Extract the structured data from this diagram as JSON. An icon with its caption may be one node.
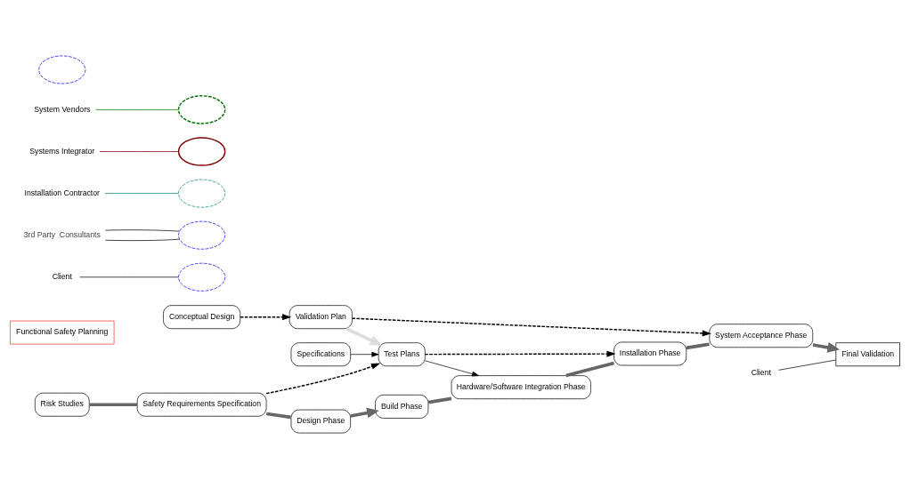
{
  "diagram": {
    "nodes": [
      {
        "text": [
          "Conceptual Design"
        ]
      },
      {
        "text": [
          "Risk Studies"
        ]
      },
      {
        "text": [
          "Functional Safety Planning"
        ]
      },
      {
        "text": [
          "Safety Requirements Specification"
        ]
      },
      {
        "text": [
          "Design Phase"
        ]
      },
      {
        "text": [
          "Specifications"
        ]
      },
      {
        "text": [
          "Build Phase"
        ]
      },
      {
        "text": [
          "Hardware/Software Integration Phase"
        ]
      },
      {
        "text": [
          "Installation Phase"
        ]
      },
      {
        "text": [
          "System Acceptance Phase"
        ]
      },
      {
        "text": [
          "Final Validation"
        ]
      },
      {
        "text": [
          "Validation Plan"
        ]
      },
      {
        "text": [
          "Test Plans"
        ]
      },
      {
        "text": [
          "Client"
        ]
      },
      {
        "text": [
          "3rd Party  Consultants"
        ]
      },
      {
        "text": [
          "Client"
        ]
      },
      {
        "text": [
          "Installation Contractor"
        ]
      },
      {
        "text": [
          "Systems Integrator"
        ]
      },
      {
        "text": [
          "System Vendors"
        ]
      },
      {
        "text": [],
        "shape": "cloud"
      },
      {
        "text": [],
        "shape": "cloud"
      },
      {
        "text": [],
        "shape": "cloud"
      },
      {
        "text": [],
        "shape": "cloud"
      },
      {
        "text": [],
        "shape": "cloud"
      },
      {
        "text": [],
        "shape": "cloud"
      }
    ],
    "edges": [
      {
        "from": 1,
        "to": 3,
        "arrow": "none",
        "style": "thick",
        "color": "#666666"
      },
      {
        "from": 3,
        "to": 4,
        "arrow": "none",
        "style": "thick",
        "color": "#666666"
      },
      {
        "from": 4,
        "to": 6,
        "arrow": "to",
        "style": "thick",
        "color": "#666666"
      },
      {
        "from": 6,
        "to": 7,
        "arrow": "none",
        "style": "thick",
        "color": "#666666"
      },
      {
        "from": 7,
        "to": 8,
        "arrow": "none",
        "style": "thick",
        "color": "#666666"
      },
      {
        "from": 8,
        "to": 9,
        "arrow": "none",
        "style": "thick",
        "color": "#666666"
      },
      {
        "from": 9,
        "to": 10,
        "arrow": "to",
        "style": "thick",
        "color": "#666666"
      },
      {
        "from": 0,
        "to": 11,
        "arrow": "to",
        "style": "dashed"
      },
      {
        "from": 11,
        "to": 9,
        "arrow": "to",
        "style": "dashed"
      },
      {
        "from": 3,
        "to": 12,
        "arrow": "to",
        "style": "dashed"
      },
      {
        "from": 12,
        "to": 8,
        "arrow": "to",
        "style": "dashed"
      },
      {
        "from": 11,
        "to": 12,
        "arrow": "to",
        "style": "thick",
        "color": "#dddddd"
      },
      {
        "from": 5,
        "to": 12,
        "arrow": "to"
      },
      {
        "from": 12,
        "to": 7,
        "arrow": "to"
      },
      {
        "from": 13,
        "to": 19,
        "arrow": "none"
      },
      {
        "from": 14,
        "to": 20,
        "arrow": "none"
      },
      {
        "from": 14,
        "to": 20,
        "arrow": "none"
      },
      {
        "from": 15,
        "to": 10,
        "arrow": "none"
      },
      {
        "from": 16,
        "to": 22,
        "arrow": "none",
        "color": "#008080"
      },
      {
        "from": 17,
        "to": 23,
        "arrow": "none",
        "color": "#800000"
      },
      {
        "from": 18,
        "to": 24,
        "arrow": "none",
        "color": "#007000"
      }
    ]
  }
}
